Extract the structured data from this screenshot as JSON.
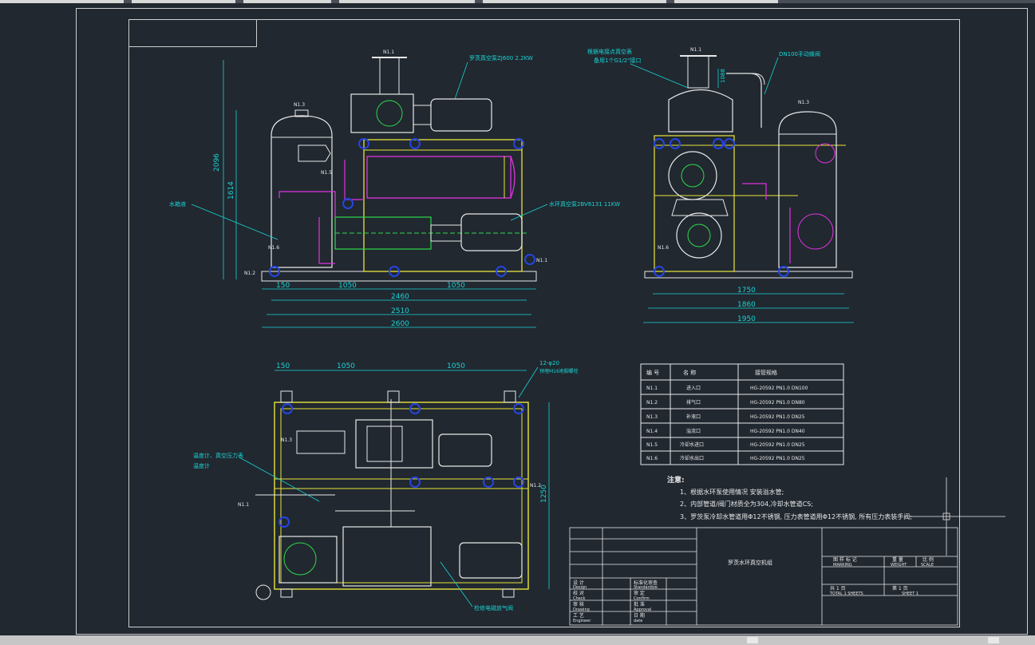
{
  "front_view": {
    "dims": {
      "h_total": "2096",
      "h_mid": "1614",
      "base_left": "150",
      "span_a": "1050",
      "span_b": "1050",
      "overall_1": "2460",
      "overall_2": "2510",
      "overall_3": "2600"
    },
    "labels": {
      "roots_pump": "罗茨真空泵ZJ600 2.2KW",
      "water_ring_pump": "水环真空泵2BV6131 11KW",
      "water_tank": "水箱液"
    },
    "nozzles": {
      "top": "N1.1",
      "tank_top": "N1.3",
      "side": "N1.5",
      "low_left": "N1.6",
      "base_left": "N1.2",
      "right": "N1.1"
    }
  },
  "side_view": {
    "dims": {
      "w1": "1750",
      "w2": "1860",
      "w3": "1950",
      "h_small": "1088"
    },
    "labels": {
      "valve_note": "根据电接点真空表\n备用1个G1/2\"接口",
      "manual_valve": "DN100手动蝶阀"
    },
    "nozzles": {
      "top": "N1.1",
      "tank_top": "N1.3",
      "left_low": "N1.6"
    }
  },
  "plan_view": {
    "dims": {
      "left": "150",
      "a": "1050",
      "b": "1050",
      "anchor": "12-φ20",
      "anchor_note": "预埋M16地脚螺栓",
      "depth": "1250"
    },
    "labels": {
      "gauges": "温度计、真空压力表",
      "thermometer": "温度计",
      "exhaust": "检修电磁放气阀"
    },
    "nozzles": {
      "n1": "N1.3",
      "n2": "N1.1",
      "n3": "N1.2"
    }
  },
  "nozzle_table": {
    "headers": [
      "编 号",
      "名 称",
      "接管规格"
    ],
    "rows": [
      [
        "N1.1",
        "进入口",
        "HG-20592 PN1.0 DN100"
      ],
      [
        "N1.2",
        "排气口",
        "HG-20592 PN1.0 DN80"
      ],
      [
        "N1.3",
        "补液口",
        "HG-20592 PN1.0 DN25"
      ],
      [
        "N1.4",
        "溢流口",
        "HG-20592 PN1.0 DN40"
      ],
      [
        "N1.5",
        "冷却水进口",
        "HG-20592 PN1.0 DN25"
      ],
      [
        "N1.6",
        "冷却水出口",
        "HG-20592 PN1.0 DN25"
      ]
    ]
  },
  "notes": {
    "title": "注意:",
    "items": [
      "1、根据水环泵使用情况 安装溢水管;",
      "2、内部管道/阀门材质全为304,冷却水管道CS;",
      "3、罗茨泵冷却水管道用Φ12不锈钢, 压力表管道用Φ12不锈钢, 所有压力表装手阀;"
    ]
  },
  "title_block": {
    "drawing_name": "罗茨水环真空机组",
    "labels": {
      "design": "设 计",
      "design_en": "Design",
      "check": "校 对",
      "check_en": "Check",
      "drawing": "审 核",
      "drawing_en": "Drawing",
      "engineer": "工 艺",
      "engineer_en": "Engineer",
      "standard": "标准化审查",
      "standard_en": "Standardize",
      "confirm": "审 定",
      "confirm_en": "Confirm",
      "approve": "批 准",
      "approve_en": "Approval",
      "date": "日 期",
      "date_en": "date",
      "marking": "图 样 标 记",
      "marking_en": "MARKING",
      "weight": "重 量",
      "weight_en": "WEIGHT",
      "scale": "比 例",
      "scale_en": "SCALE",
      "total": "共   1   页",
      "total_en": "TOTAL 1 SHEETS",
      "sheet": "第   1   页",
      "sheet_en": "SHEET 1"
    }
  },
  "colors": {
    "background": "#212830",
    "frame": "#cfcfcf",
    "cyan": "#19d3d3",
    "yellow": "#e9e53a",
    "magenta": "#e033e0",
    "green": "#2fd84a",
    "white": "#e8e8e8",
    "blue": "#2445e0"
  }
}
